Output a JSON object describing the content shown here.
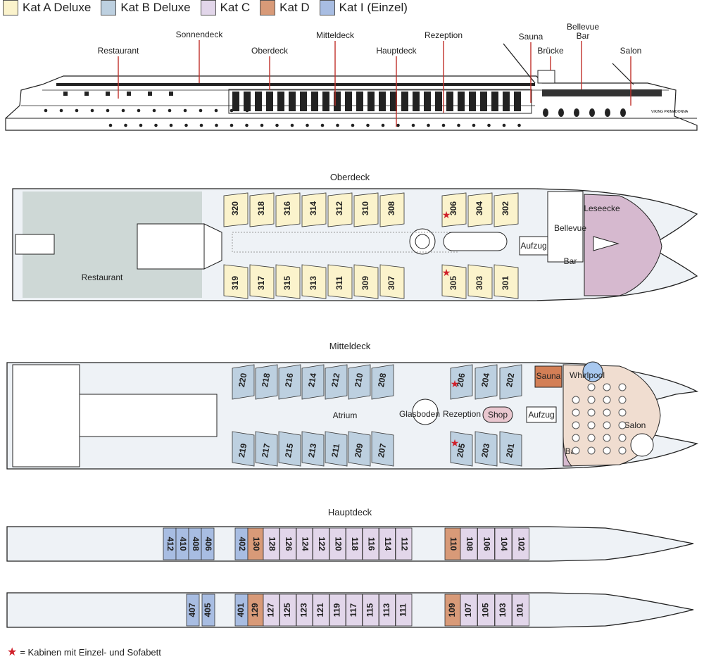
{
  "legend": [
    {
      "label": "Kat A Deluxe",
      "color": "#fbf3cc"
    },
    {
      "label": "Kat B Deluxe",
      "color": "#bdd0e0"
    },
    {
      "label": "Kat C",
      "color": "#e2d6ea"
    },
    {
      "label": "Kat D",
      "color": "#d89a78"
    },
    {
      "label": "Kat I (Einzel)",
      "color": "#a8bde2"
    }
  ],
  "profile_labels": {
    "restaurant": "Restaurant",
    "sonnendeck": "Sonnendeck",
    "oberdeck": "Oberdeck",
    "mitteldeck": "Mitteldeck",
    "hauptdeck": "Hauptdeck",
    "rezeption": "Rezeption",
    "sauna": "Sauna",
    "bruecke": "Brücke",
    "bellevue": "Bellevue",
    "bar": "Bar",
    "salon": "Salon"
  },
  "ship_name": "VIKING PRIMADONNA",
  "oberdeck": {
    "title": "Oberdeck",
    "top_cabins": [
      "320",
      "318",
      "316",
      "314",
      "312",
      "310",
      "308",
      "306",
      "304",
      "302"
    ],
    "bottom_cabins": [
      "319",
      "317",
      "315",
      "313",
      "311",
      "309",
      "307",
      "305",
      "303",
      "301"
    ],
    "restaurant": "Restaurant",
    "aufzug": "Aufzug",
    "leseecke": "Leseecke",
    "bellevue": "Bellevue",
    "bar": "Bar"
  },
  "mitteldeck": {
    "title": "Mitteldeck",
    "top_cabins": [
      "220",
      "218",
      "216",
      "214",
      "212",
      "210",
      "208",
      "206",
      "204",
      "202"
    ],
    "bottom_cabins": [
      "219",
      "217",
      "215",
      "213",
      "211",
      "209",
      "207",
      "205",
      "203",
      "201"
    ],
    "atrium": "Atrium",
    "glasboden": "Glasboden",
    "rezeption": "Rezeption",
    "shop": "Shop",
    "aufzug": "Aufzug",
    "sauna": "Sauna",
    "whirlpool": "Whirlpool",
    "salon": "Salon",
    "bar": "Bar"
  },
  "hauptdeck": {
    "title": "Hauptdeck",
    "top_single": [
      "412",
      "410",
      "408",
      "406"
    ],
    "top_single2": [
      "402"
    ],
    "top_d1": "130",
    "top_c": [
      "128",
      "126",
      "124",
      "122",
      "120",
      "118",
      "116",
      "114",
      "112"
    ],
    "top_d2": "110",
    "top_c2": [
      "108",
      "106",
      "104",
      "102"
    ],
    "bottom_single": [
      "407",
      "405"
    ],
    "bottom_single2": [
      "401"
    ],
    "bottom_d1": "129",
    "bottom_c": [
      "127",
      "125",
      "123",
      "121",
      "119",
      "117",
      "115",
      "113",
      "111"
    ],
    "bottom_d2": "109",
    "bottom_c2": [
      "107",
      "105",
      "103",
      "101"
    ]
  },
  "footnote": "= Kabinen mit Einzel- und Sofabett"
}
